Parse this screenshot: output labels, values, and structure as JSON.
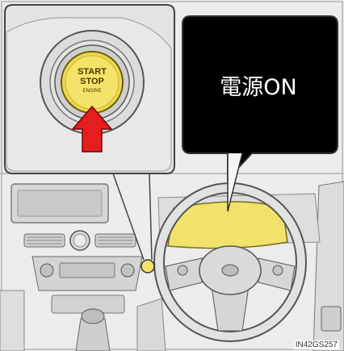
{
  "button": {
    "line1": "START",
    "line2": "STOP",
    "line3": "ENGINE"
  },
  "callout": {
    "text": "電源ON"
  },
  "figure_code": "IN42GS257",
  "colors": {
    "highlight": "#f0e26a",
    "arrow": "#e41e1e",
    "callout_bg": "#000000"
  }
}
